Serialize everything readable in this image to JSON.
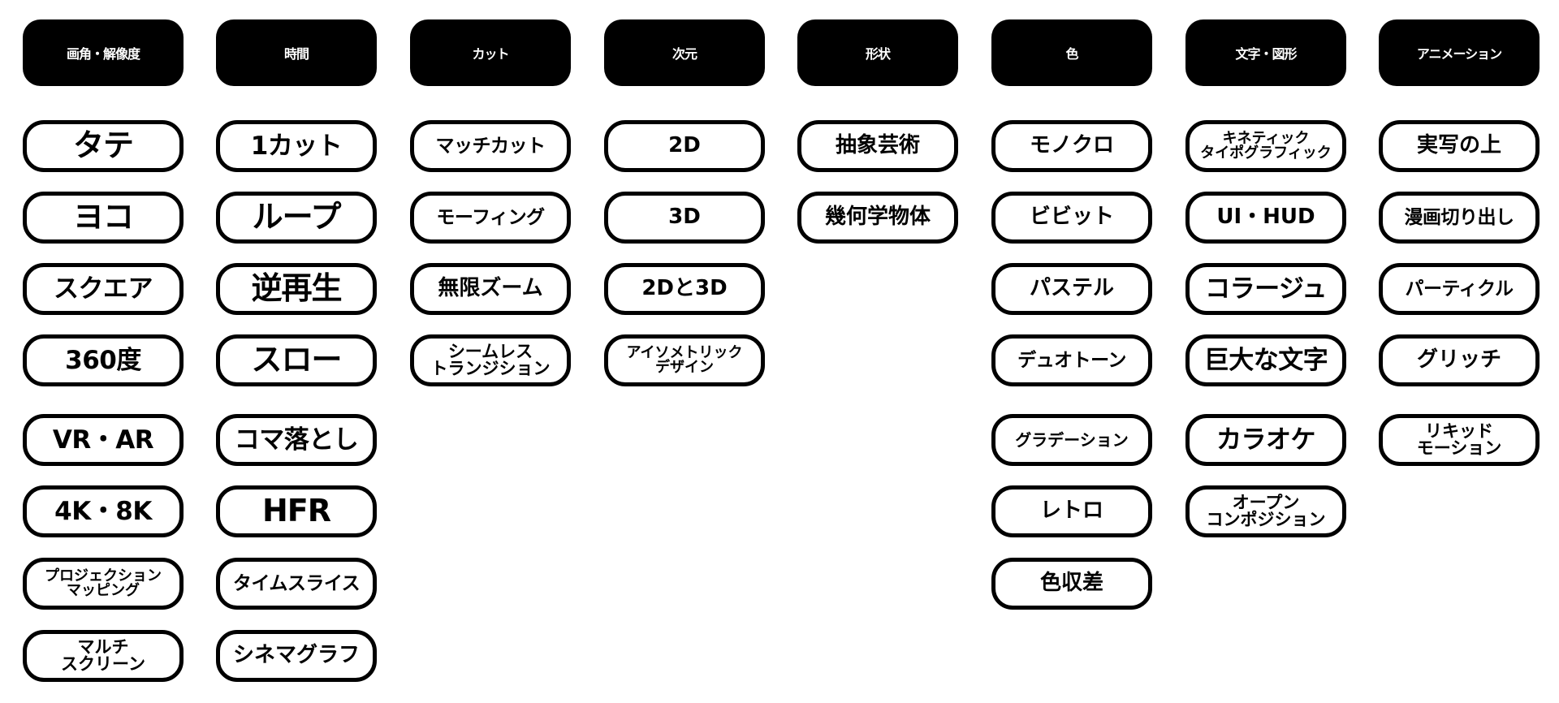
{
  "columns": [
    {
      "header": "画角・解像度",
      "tags": [
        "タテ",
        "ヨコ",
        "スクエア",
        "360度",
        "VR・AR",
        "4K・8K",
        "プロジェクション\nマッピング",
        "マルチ\nスクリーン"
      ]
    },
    {
      "header": "時間",
      "tags": [
        "1カット",
        "ループ",
        "逆再生",
        "スロー",
        "コマ落とし",
        "HFR",
        "タイムスライス",
        "シネマグラフ"
      ]
    },
    {
      "header": "カット",
      "tags": [
        "マッチカット",
        "モーフィング",
        "無限ズーム",
        "シームレス\nトランジション"
      ]
    },
    {
      "header": "次元",
      "tags": [
        "2D",
        "3D",
        "2Dと3D",
        "アイソメトリック\nデザイン"
      ]
    },
    {
      "header": "形状",
      "tags": [
        "抽象芸術",
        "幾何学物体"
      ]
    },
    {
      "header": "色",
      "tags": [
        "モノクロ",
        "ビビット",
        "パステル",
        "デュオトーン",
        "グラデーション",
        "レトロ",
        "色収差"
      ]
    },
    {
      "header": "文字・図形",
      "tags": [
        "キネティック\nタイポグラフィック",
        "UI・HUD",
        "コラージュ",
        "巨大な文字",
        "カラオケ",
        "オープン\nコンポジション"
      ]
    },
    {
      "header": "アニメーション",
      "tags": [
        "実写の上",
        "漫画切り出し",
        "パーティクル",
        "グリッチ",
        "リキッド\nモーション"
      ]
    }
  ]
}
